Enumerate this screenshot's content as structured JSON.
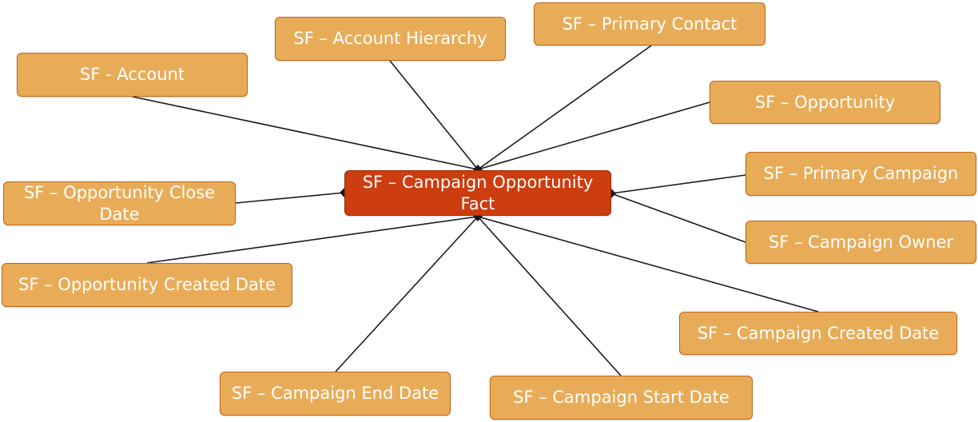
{
  "diagram": {
    "center": {
      "id": "fact",
      "label": "SF – Campaign Opportunity Fact"
    },
    "nodes": [
      {
        "id": "account",
        "label": "SF - Account"
      },
      {
        "id": "hierarchy",
        "label": "SF – Account Hierarchy"
      },
      {
        "id": "contact",
        "label": "SF – Primary Contact"
      },
      {
        "id": "opp",
        "label": "SF – Opportunity"
      },
      {
        "id": "pcamp",
        "label": "SF – Primary Campaign"
      },
      {
        "id": "owner",
        "label": "SF – Campaign Owner"
      },
      {
        "id": "ccreated",
        "label": "SF – Campaign Created Date"
      },
      {
        "id": "start",
        "label": "SF – Campaign Start Date"
      },
      {
        "id": "end",
        "label": "SF – Campaign End Date"
      },
      {
        "id": "ocreated",
        "label": "SF – Opportunity Created Date"
      },
      {
        "id": "close",
        "label": "SF – Opportunity Close Date"
      }
    ],
    "colors": {
      "dimension_fill": "#e8ac58",
      "dimension_border": "#c0651a",
      "fact_fill": "#cc3d10",
      "fact_border": "#9e2a08",
      "connector": "#1a1a1a",
      "text": "#ffffff"
    }
  }
}
